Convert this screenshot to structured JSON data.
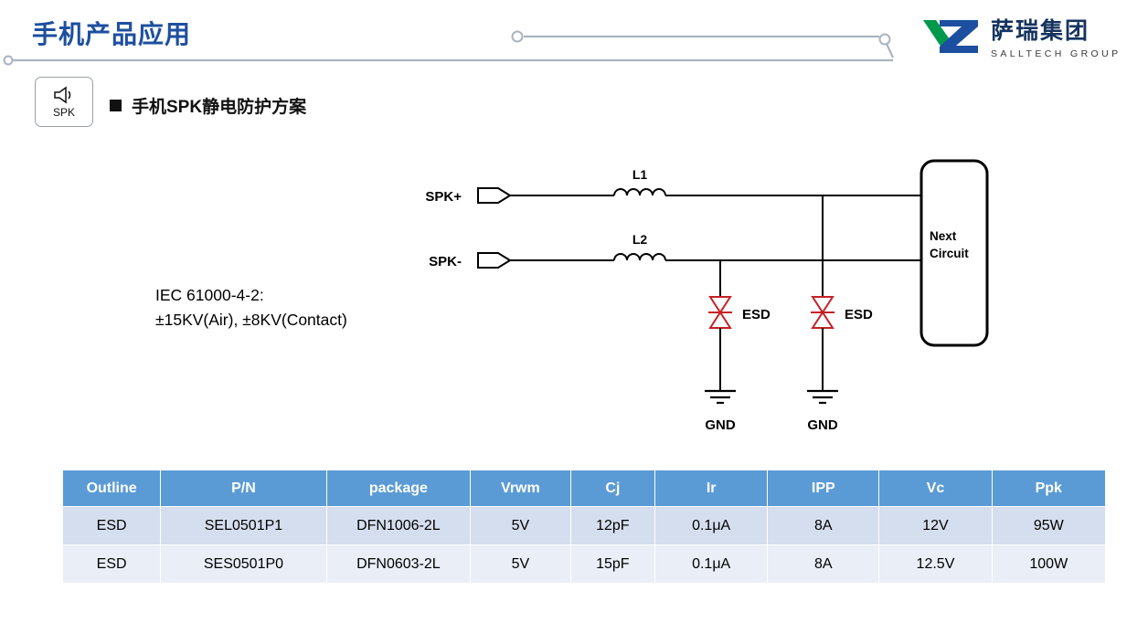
{
  "header": {
    "title": "手机产品应用"
  },
  "logo": {
    "name": "萨瑞集团",
    "subtitle": "SALLTECH GROUP"
  },
  "section": {
    "spk_label": "SPK",
    "heading": "手机SPK静电防护方案"
  },
  "circuit": {
    "iec_line1": "IEC 61000-4-2:",
    "iec_line2": "±15KV(Air), ±8KV(Contact)",
    "spk_plus_label": "SPK+",
    "spk_minus_label": "SPK-",
    "inductor1_label": "L1",
    "inductor2_label": "L2",
    "esd1_label": "ESD",
    "esd2_label": "ESD",
    "gnd1_label": "GND",
    "gnd2_label": "GND",
    "next_circuit_line1": "Next",
    "next_circuit_line2": "Circuit"
  },
  "table": {
    "headers": [
      "Outline",
      "P/N",
      "package",
      "Vrwm",
      "Cj",
      "Ir",
      "IPP",
      "Vc",
      "Ppk"
    ],
    "rows": [
      [
        "ESD",
        "SEL0501P1",
        "DFN1006-2L",
        "5V",
        "12pF",
        "0.1μA",
        "8A",
        "12V",
        "95W"
      ],
      [
        "ESD",
        "SES0501P0",
        "DFN0603-2L",
        "5V",
        "15pF",
        "0.1μA",
        "8A",
        "12.5V",
        "100W"
      ]
    ]
  },
  "colors": {
    "title_blue": "#1D4FA0",
    "table_header_bg": "#5B9BD5",
    "table_row_odd_bg": "#D5DEEE",
    "table_row_even_bg": "#EAEEF7",
    "esd_red": "#C42126",
    "logo_green": "#00984C",
    "logo_blue": "#1D4FA0",
    "decor_gray": "#A9B4C0"
  }
}
